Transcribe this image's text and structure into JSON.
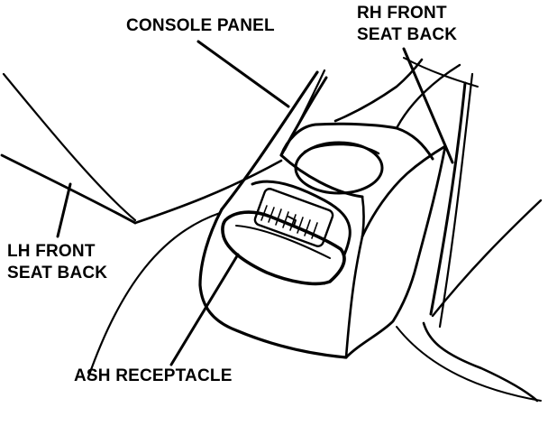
{
  "labels": {
    "console_panel": "CONSOLE PANEL",
    "rh_front_seat_back_line1": "RH FRONT",
    "rh_front_seat_back_line2": "SEAT BACK",
    "lh_front_seat_back_line1": "LH FRONT",
    "lh_front_seat_back_line2": "SEAT BACK",
    "ash_receptacle": "ASH RECEPTACLE"
  },
  "colors": {
    "line": "#000000",
    "background": "#ffffff"
  }
}
